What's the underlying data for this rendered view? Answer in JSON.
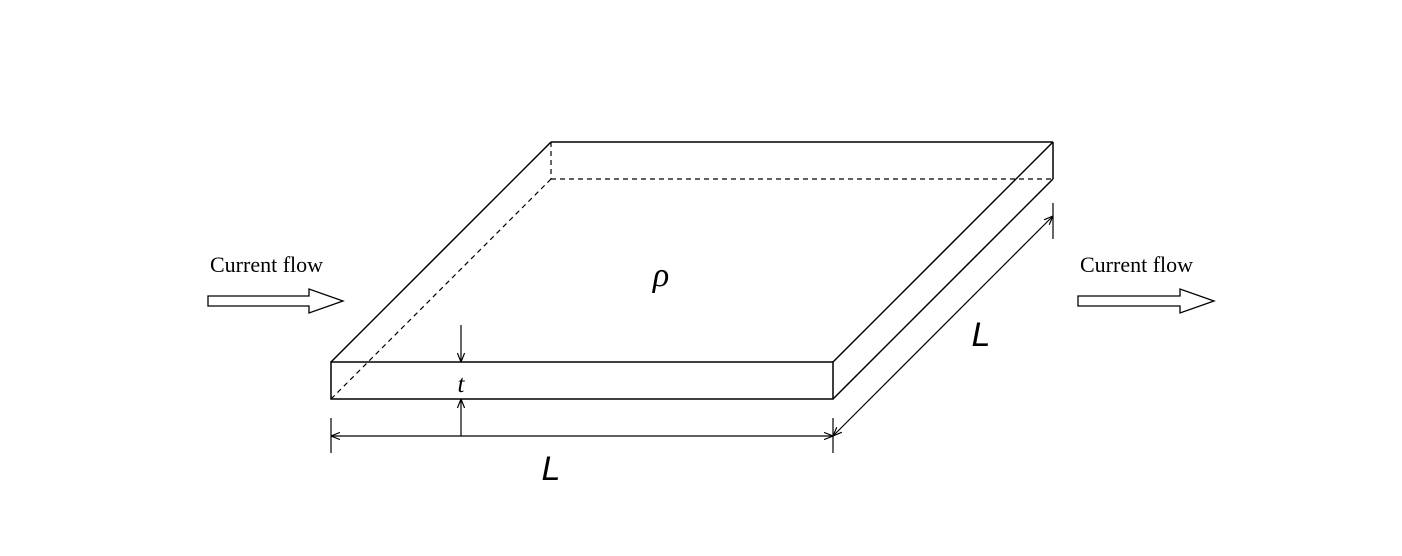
{
  "labels": {
    "current_left": "Current flow",
    "current_right": "Current flow",
    "resistivity": "ρ",
    "thickness": "t",
    "length_front": "L",
    "length_side": "L"
  },
  "colors": {
    "stroke": "#000000",
    "background": "#ffffff"
  }
}
